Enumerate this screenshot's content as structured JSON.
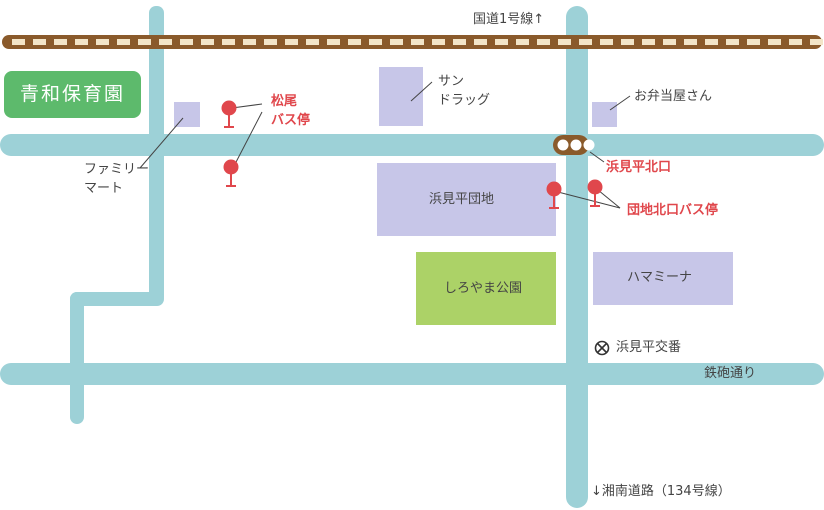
{
  "title": "青和保育園",
  "railway": {
    "label": "国道1号線↑"
  },
  "roads": {
    "main": {
      "label": "鉄砲通り"
    },
    "shonan": {
      "label": "↓湘南道路（134号線）"
    }
  },
  "buildings": {
    "sun_drug": {
      "line1": "サン",
      "line2": "ドラッグ"
    },
    "bento": {
      "label": "お弁当屋さん"
    },
    "family_mart": {
      "line1": "ファミリー",
      "line2": "マート"
    },
    "danchi": {
      "label": "浜見平団地"
    },
    "park": {
      "label": "しろやま公園"
    },
    "hamamina": {
      "label": "ハマミーナ"
    },
    "police": {
      "label": "浜見平交番"
    }
  },
  "bus_stops": {
    "matsuo": {
      "line1": "松尾",
      "line2": "バス停"
    },
    "danchi_kitaguchi": {
      "label": "団地北口バス停"
    }
  },
  "signal": {
    "label": "浜見平北口"
  },
  "colors": {
    "road": "#9dd1d7",
    "rail_brown": "#8a5a2b",
    "rail_tie": "#f3e5c8",
    "building": "#c7c6e8",
    "park": "#acd267",
    "title_bg": "#5dba6c",
    "bus_red": "#e0474c"
  }
}
